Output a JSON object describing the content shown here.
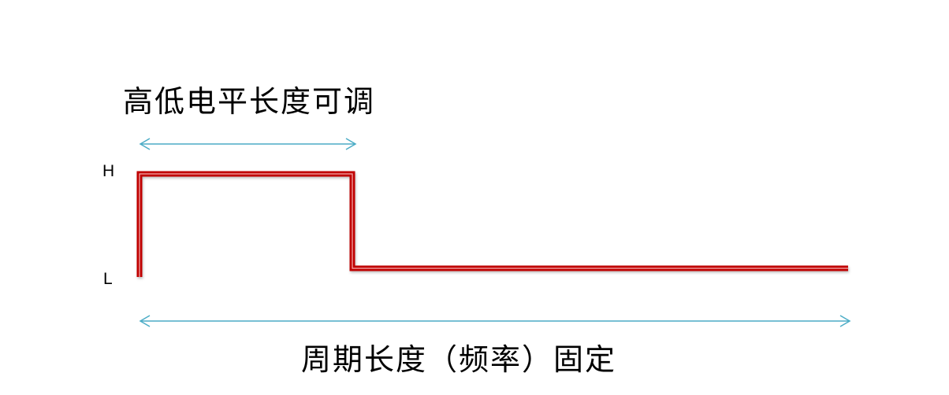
{
  "labels": {
    "top_title": "高低电平长度可调",
    "bottom_title": "周期长度（频率）固定",
    "high_level": "H",
    "low_level": "L"
  },
  "colors": {
    "waveform": "#c00000",
    "waveform_highlight": "#ffd0d0",
    "arrow": "#4bacc6",
    "text": "#000000"
  },
  "waveform": {
    "high_fraction_of_period": 0.3
  }
}
